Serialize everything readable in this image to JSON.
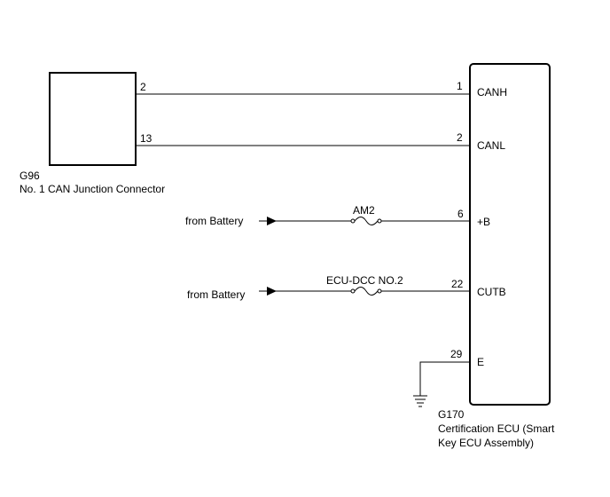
{
  "connector": {
    "id": "G96",
    "name": "No. 1 CAN Junction Connector",
    "pins": [
      "2",
      "13"
    ]
  },
  "ecu": {
    "id": "G170",
    "name_line1": "Certification ECU (Smart",
    "name_line2": "Key ECU Assembly)",
    "pins": [
      {
        "number": "1",
        "signal": "CANH"
      },
      {
        "number": "2",
        "signal": "CANL"
      },
      {
        "number": "6",
        "signal": "+B"
      },
      {
        "number": "22",
        "signal": "CUTB"
      },
      {
        "number": "29",
        "signal": "E"
      }
    ]
  },
  "sources": [
    {
      "label": "from Battery",
      "fuse": "AM2"
    },
    {
      "label": "from Battery",
      "fuse": "ECU-DCC NO.2"
    }
  ],
  "icons": {
    "fuse": "fuse-icon",
    "ground": "ground-icon",
    "arrow": "arrow-right-icon"
  }
}
